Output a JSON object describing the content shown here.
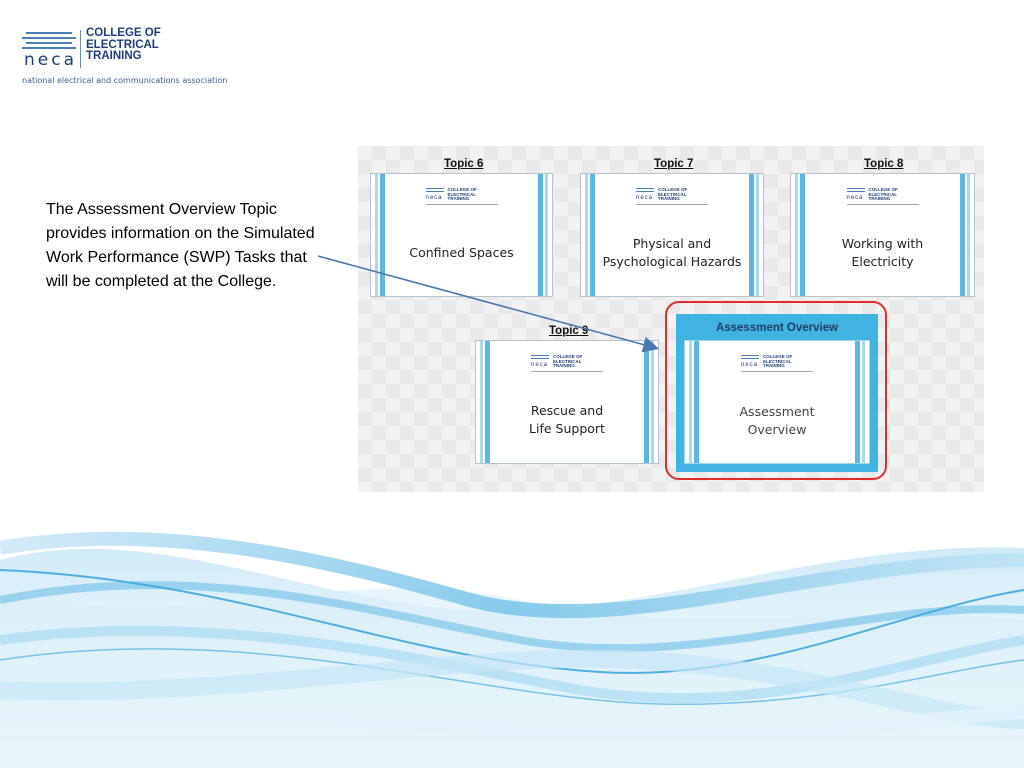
{
  "logo": {
    "neca": "neca",
    "college": "COLLEGE OF\nELECTRICAL\nTRAINING",
    "tagline": "national electrical and communications association"
  },
  "description": "The Assessment Overview Topic provides information on the Simulated Work Performance (SWP) Tasks that will be completed at the College.",
  "topics": [
    {
      "label": "Topic 6",
      "title": "Confined Spaces"
    },
    {
      "label": "Topic 7",
      "title": "Physical and\nPsychological Hazards"
    },
    {
      "label": "Topic 8",
      "title": "Working with\nElectricity"
    },
    {
      "label": "Topic 9",
      "title": "Rescue and\nLife Support"
    }
  ],
  "assessment": {
    "header": "Assessment Overview",
    "title": "Assessment\nOverview"
  },
  "colors": {
    "accent_blue": "#41b3e0",
    "highlight_red": "#e52b2b",
    "brand_navy": "#1f3f7a"
  }
}
